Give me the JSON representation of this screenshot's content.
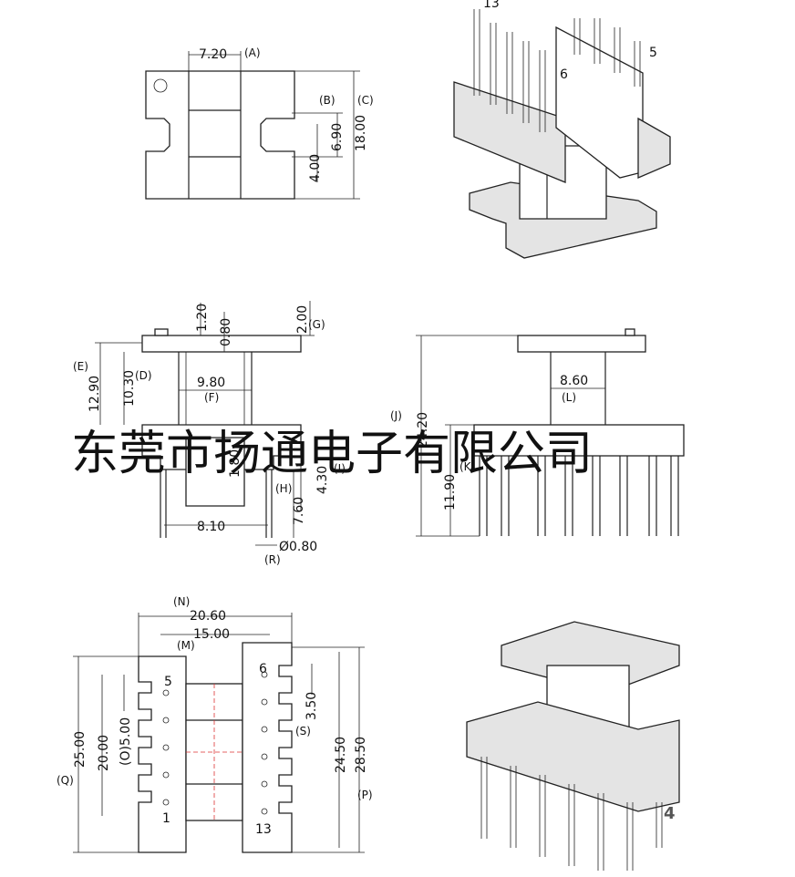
{
  "watermark": "东莞市扬通电子有限公司",
  "top_view": {
    "dim_width": "7.20",
    "lbl_width": "(A)",
    "dim_b": "6.90",
    "lbl_b": "(B)",
    "dim_c": "18.00",
    "lbl_c": "(C)",
    "dim_slot": "4.00"
  },
  "front_view": {
    "dim_top": "1.20",
    "dim_rim": "0.80",
    "dim_g": "2.00",
    "lbl_g": "(G)",
    "dim_e": "12.90",
    "lbl_e": "(E)",
    "dim_d": "10.30",
    "lbl_d": "(D)",
    "dim_f": "9.80",
    "lbl_f": "(F)",
    "dim_base": "1.80",
    "dim_i": "4.30",
    "lbl_i": "(I)",
    "dim_h": "7.60",
    "lbl_h": "(H)",
    "dim_span": "8.10",
    "dim_pin": "Ø0.80",
    "lbl_r": "(R)"
  },
  "side_view": {
    "dim_l": "8.60",
    "lbl_l": "(L)",
    "dim_j": "24.20",
    "lbl_j": "(J)",
    "dim_k": "11.90",
    "lbl_k": "(K)"
  },
  "bottom_view": {
    "dim_n": "20.60",
    "lbl_n": "(N)",
    "dim_m": "15.00",
    "lbl_m": "(M)",
    "dim_q": "25.00",
    "lbl_q": "(Q)",
    "dim_o1": "20.00",
    "dim_o2": "(O)5.00",
    "dim_s": "3.50",
    "lbl_s": "(S)",
    "dim_p1": "24.50",
    "dim_p2": "28.50",
    "lbl_p": "(P)",
    "pin_1": "1",
    "pin_5": "5",
    "pin_6": "6",
    "pin_13": "13"
  },
  "iso_top": {
    "pin_13": "13",
    "pin_6": "6",
    "pin_5": "5"
  },
  "iso_bottom": {
    "tag": "4"
  }
}
